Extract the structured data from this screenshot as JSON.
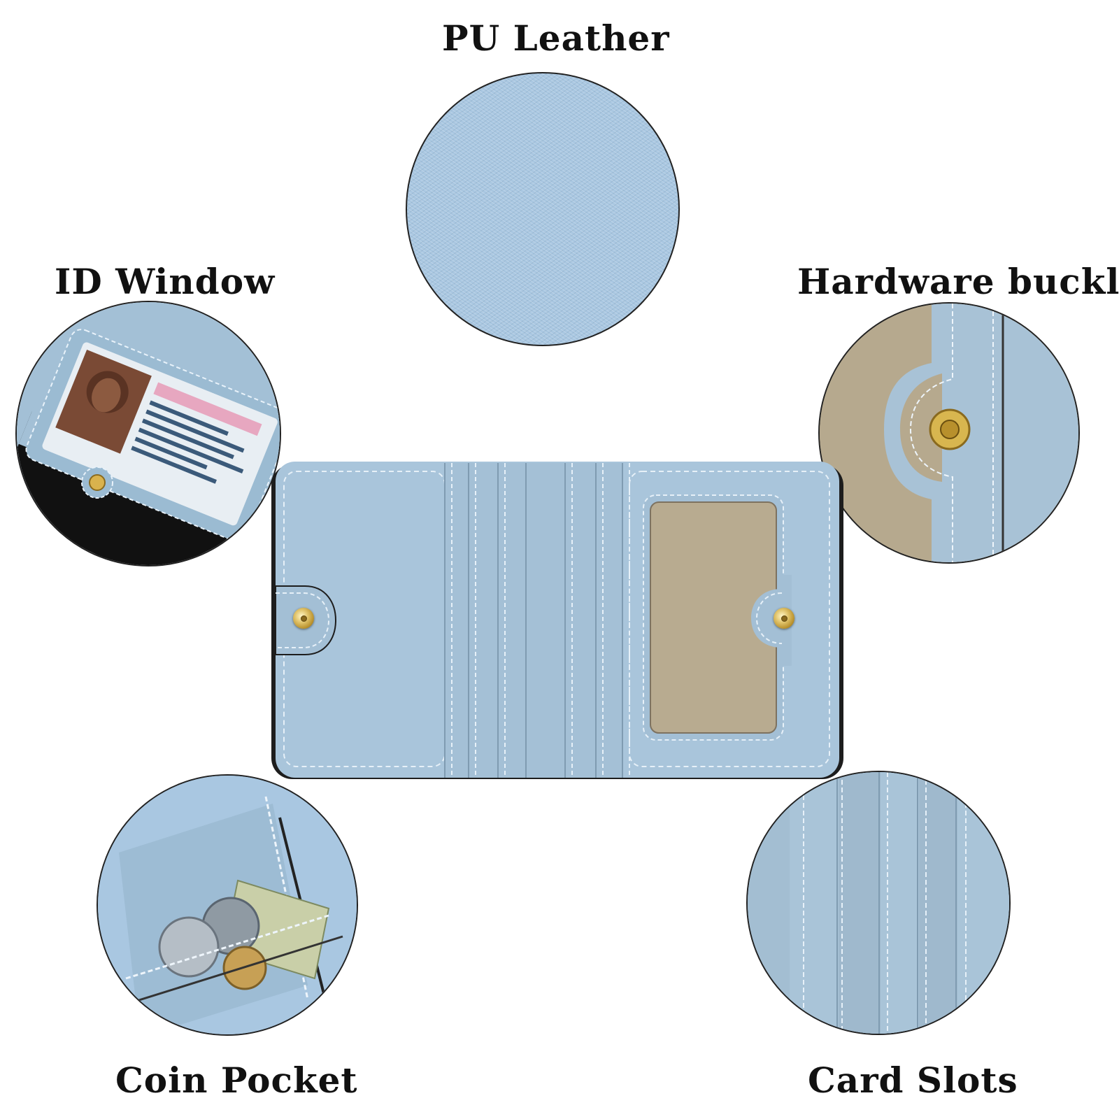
{
  "callouts": {
    "pu_leather": "PU Leather",
    "id_window": "ID Window",
    "hardware_buckle": "Hardware buckle",
    "coin_pocket": "Coin Pocket",
    "card_slots": "Card Slots"
  },
  "colors": {
    "wallet_blue": "#a9c5db",
    "leather_blue": "#a9c7e1",
    "lining_khaki": "#b8ab90",
    "snap_gold": "#d8b64f",
    "edge_dark": "#222222"
  }
}
